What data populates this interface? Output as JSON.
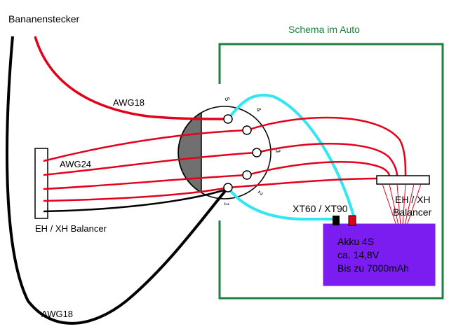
{
  "labels": {
    "bananenstecker": "Bananenstecker",
    "schema": "Schema im Auto",
    "awg18_top": "AWG18",
    "awg24": "AWG24",
    "eh_xh_left": "EH / XH Balancer",
    "awg18_bottom": "AWG18",
    "xt_connector": "XT60 / XT90",
    "eh_xh_right_line1": "EH / XH",
    "eh_xh_right_line2": "Balancer"
  },
  "connector_pins": [
    "5",
    "4",
    "3",
    "2",
    "1"
  ],
  "akku": {
    "line1": "Akku 4S",
    "line2": "ca. 14,8V",
    "line3": "Bis zu 7000mAh"
  },
  "colors": {
    "wire_red": "#e3001b",
    "wire_black": "#000000",
    "wire_cyan": "#33e6f2",
    "box_green": "#1f7f3f",
    "schema_text": "#1f7f3f",
    "akku_fill": "#7b1cf0",
    "connector_shade": "#707070"
  }
}
